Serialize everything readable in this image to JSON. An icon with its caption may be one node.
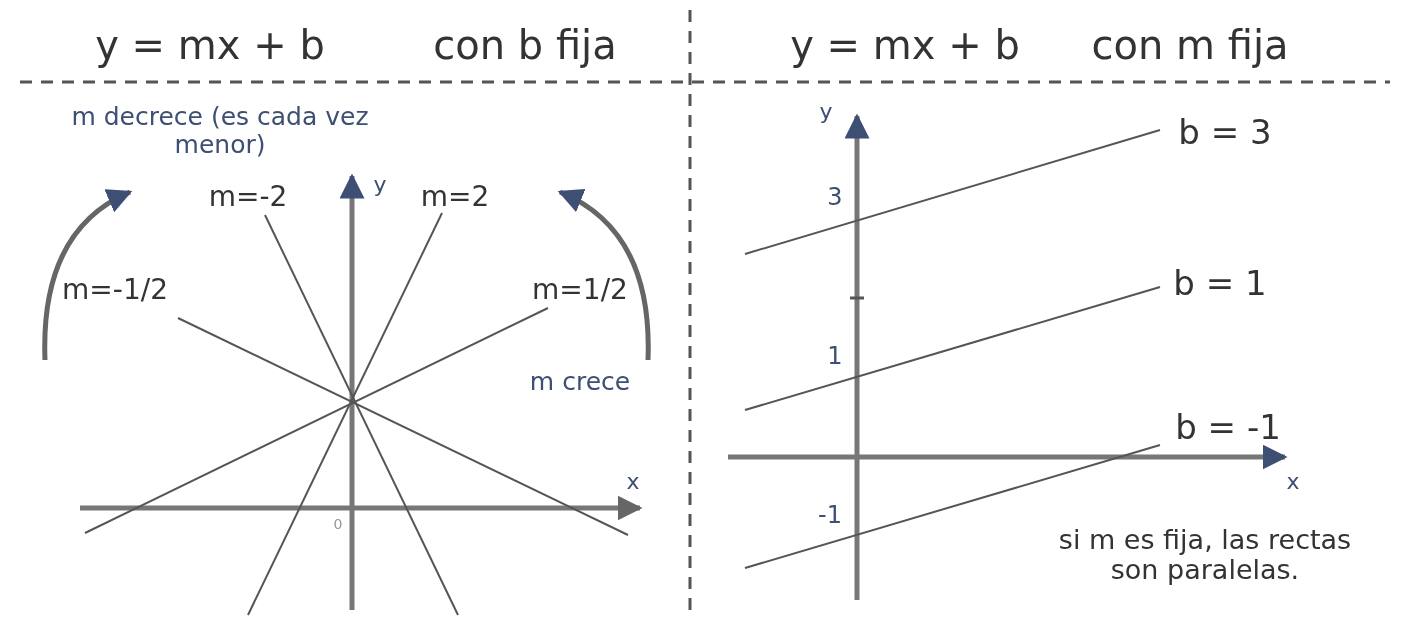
{
  "diagram": {
    "labels": [
      "y = mx + b",
      "con b fija",
      "y = mx + b",
      "con m fija",
      "m decrece (es cada vez menor)",
      "m=-2",
      "y",
      "m=2",
      "m=-1/2",
      "m=1/2",
      "m crece",
      "x",
      "0",
      "y",
      "b = 3",
      "3",
      "b = 1",
      "1",
      "b = -1",
      "x",
      "-1",
      "si m es fija, las rectas son paralelas."
    ]
  }
}
